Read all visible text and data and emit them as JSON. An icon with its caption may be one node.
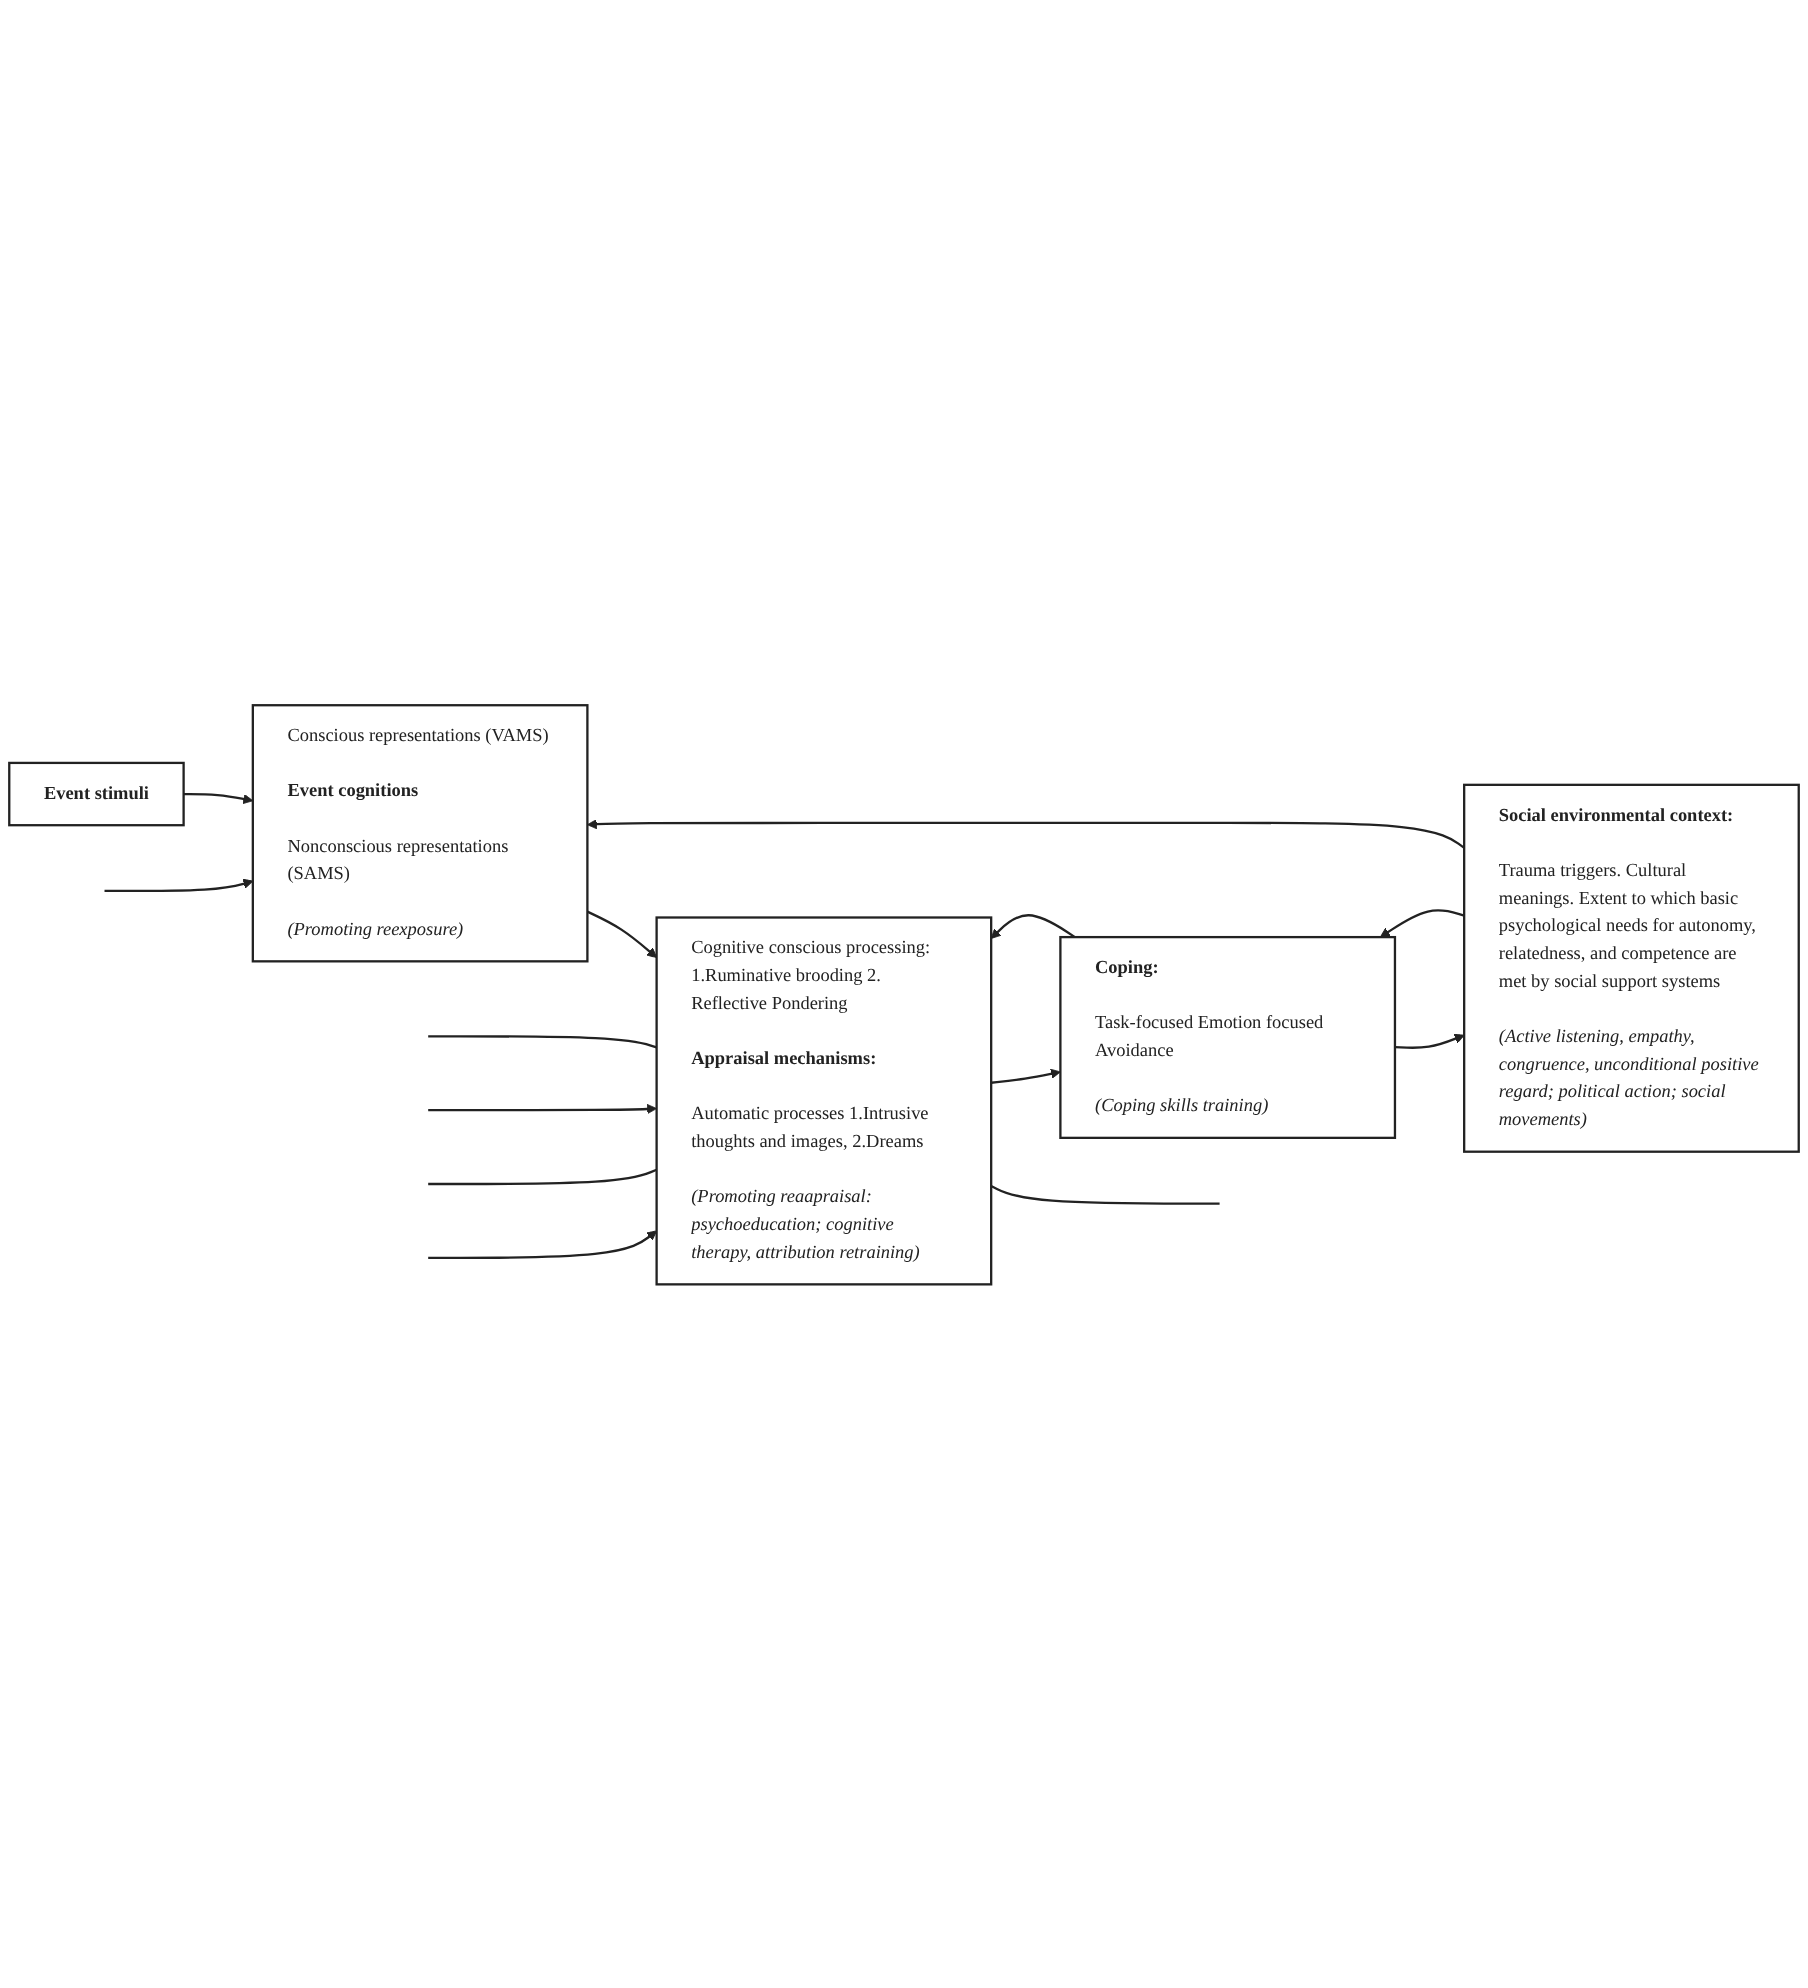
{
  "diagram": {
    "nodes": [
      {
        "text": [
          "Event stimuli"
        ]
      },
      {
        "text": [
          "Conscious representations (VAMS)",
          "Event cognitions",
          "Nonconscious representations (SAMS)",
          "(Promoting reexposure)"
        ]
      },
      {
        "text": [
          "Cognitive conscious processing: 1.Ruminative brooding 2. Reflective Pondering",
          "Appraisal mechanisms:",
          "Automatic processes 1.Intrusive thoughts and images, 2.Dreams",
          "(Promoting reaapraisal: psychoeducation; cognitive therapy, attribution retraining)"
        ]
      },
      {
        "text": [
          "Social environmental context:",
          "Trauma triggers. Cultural meanings. Extent to which basic psychological needs for autonomy, relatedness, and competence are met by social support systems",
          "(Active listening, empathy, congruence, unconditional positive regard; political action; social movements)"
        ]
      },
      {
        "text": [
          "Coping:",
          "Task-focused Emotion focused Avoidance",
          "(Coping skills training)"
        ]
      }
    ],
    "edges": [
      {
        "from": null,
        "to": 1,
        "arrow": "to"
      },
      {
        "from": null,
        "to": 2,
        "arrow": "none"
      },
      {
        "from": null,
        "to": 2,
        "arrow": "to"
      },
      {
        "from": null,
        "to": 2,
        "arrow": "none"
      },
      {
        "from": 2,
        "to": null,
        "arrow": "none"
      },
      {
        "from": 0,
        "to": 1,
        "arrow": "to"
      },
      {
        "from": 1,
        "to": 2,
        "arrow": "to"
      },
      {
        "from": null,
        "to": 2,
        "arrow": "to"
      },
      {
        "from": 3,
        "to": 1,
        "arrow": "to"
      },
      {
        "from": 2,
        "to": 4,
        "arrow": "to"
      },
      {
        "from": 4,
        "to": 2,
        "arrow": "to"
      },
      {
        "from": 3,
        "to": 4,
        "arrow": "to"
      },
      {
        "from": 4,
        "to": 3,
        "arrow": "to"
      }
    ]
  }
}
